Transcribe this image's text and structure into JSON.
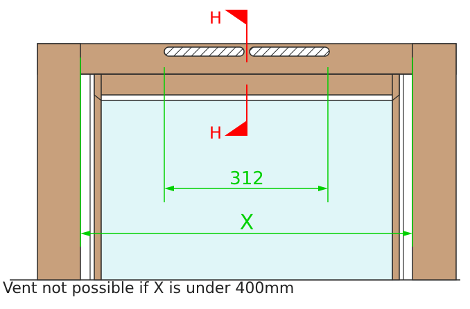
{
  "labels": {
    "section_top": "H",
    "section_bottom": "H",
    "vent_dimension": "312",
    "opening_dimension": "X"
  },
  "caption": "Vent not possible if X is under 400mm",
  "colors": {
    "frame_wood": "#c8a07c",
    "glass": "#e0f6f8",
    "outline": "#2a2a2a",
    "dimension": "#00d000",
    "section_marker": "#ff0000"
  }
}
